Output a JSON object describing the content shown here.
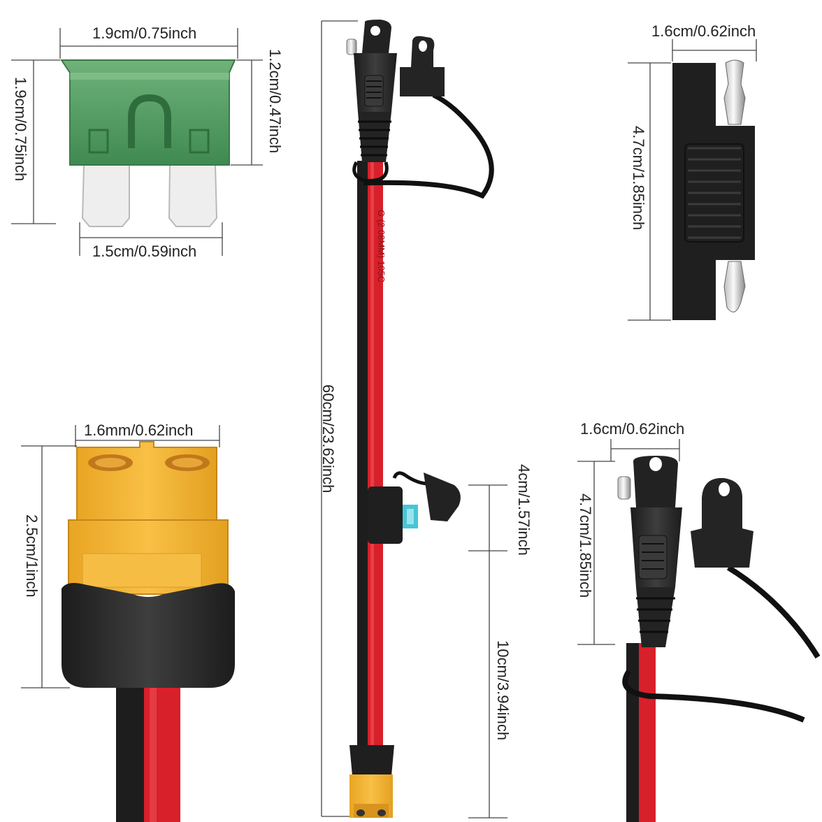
{
  "dimensions": {
    "fuse": {
      "width_top": "1.9cm/0.75inch",
      "height_total": "1.9cm/0.75inch",
      "height_body": "1.2cm/0.47inch",
      "width_blades": "1.5cm/0.59inch"
    },
    "cable_length": "60cm/23.62inch",
    "fuse_holder_length": "4cm/1.57inch",
    "xt60_tail_length": "10cm/3.94inch",
    "sae_adapter": {
      "width": "1.6cm/0.62inch",
      "height": "4.7cm/1.85inch"
    },
    "xt60_connector": {
      "width": "1.6mm/0.62inch",
      "height": "2.5cm/1inch"
    },
    "sae_plug": {
      "width": "1.6cm/0.62inch",
      "height": "4.7cm/1.85inch"
    }
  },
  "cable_print": "G (2.08MM) 105C",
  "colors": {
    "fuse_green": "#5fa06a",
    "xt60_yellow": "#f3b632",
    "wire_red": "#d8202a",
    "connector_black": "#2a2a2a",
    "fuse_blue": "#47c6d6"
  }
}
